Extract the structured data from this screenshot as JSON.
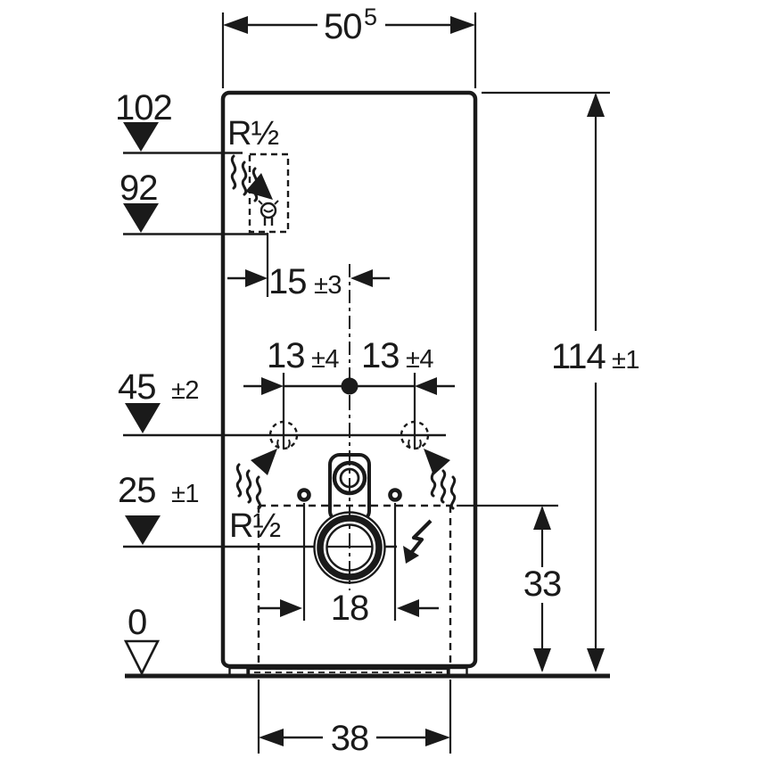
{
  "drawing": {
    "type": "technical-installation-drawing",
    "colors": {
      "ink": "#1a1a1a",
      "background": "#ffffff"
    },
    "labels": {
      "dim_50": {
        "value": "50",
        "sup": "5"
      },
      "dim_114": {
        "value": "114",
        "tol": "±1"
      },
      "level_102": "102",
      "level_92": "92",
      "level_45": {
        "value": "45",
        "tol": "±2"
      },
      "level_25": {
        "value": "25",
        "tol": "±1"
      },
      "level_0": "0",
      "dim_15": {
        "value": "15",
        "tol": "±3"
      },
      "dim_13_left": {
        "value": "13",
        "tol": "±4"
      },
      "dim_13_right": {
        "value": "13",
        "tol": "±4"
      },
      "dim_33": "33",
      "dim_18": "18",
      "dim_38": "38",
      "thread_top": "R½",
      "thread_bottom": "R½"
    },
    "icons": [
      "water-flow-arrow-icon",
      "tap-icon",
      "lightning-icon",
      "level-marker-icon",
      "trap-connection-icon"
    ]
  }
}
